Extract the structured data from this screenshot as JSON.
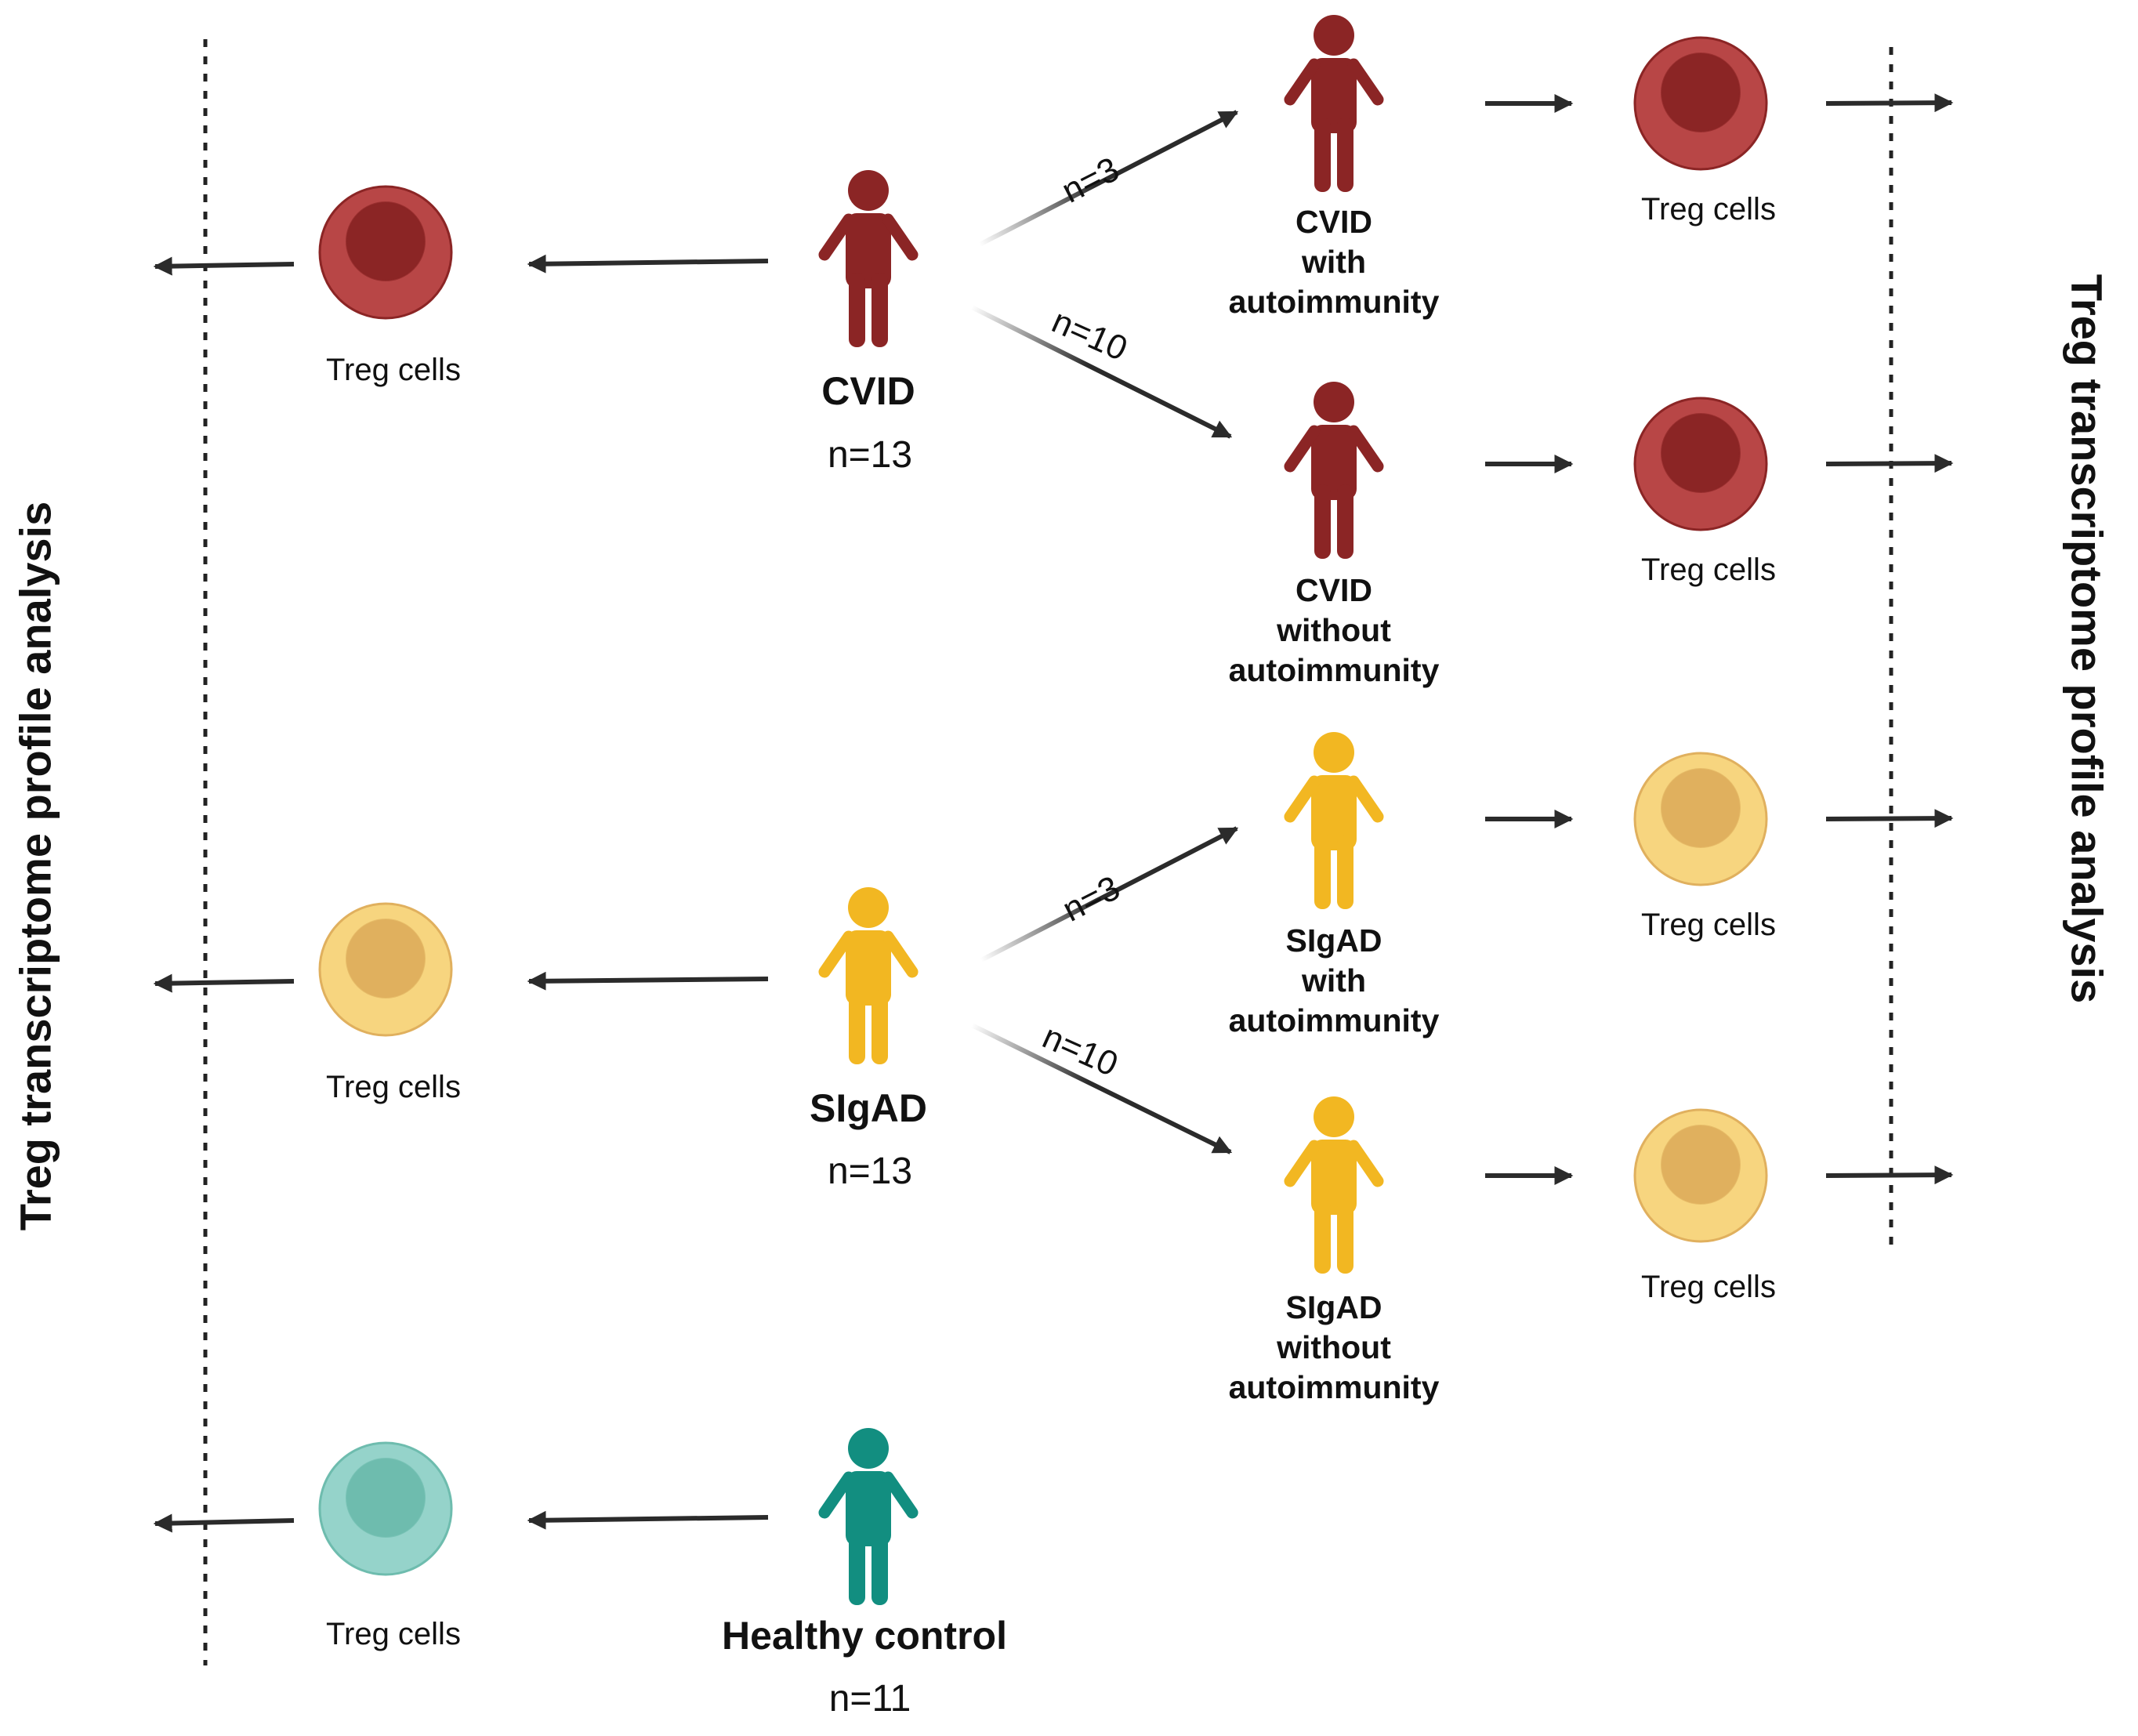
{
  "side_title_left": "Treg transcriptome profile analysis",
  "side_title_right": "Treg transcriptome profile analysis",
  "colors": {
    "cvid": "#8B2525",
    "cvid_cell_outer": "#B84646",
    "cvid_cell_inner": "#8B2525",
    "sigad": "#F2B722",
    "sigad_cell_outer": "#F7D57F",
    "sigad_cell_inner": "#E0B05E",
    "healthy": "#128E80",
    "healthy_cell_outer": "#95D3CA",
    "healthy_cell_inner": "#6EBCAE",
    "arrow": "#2b2b2b"
  },
  "groups": [
    {
      "id": "cvid",
      "name": "CVID",
      "count": "n=13",
      "cell_label": "Treg cells",
      "subgroups": [
        {
          "id": "cvid-auto",
          "n": "n=3",
          "label_lines": [
            "CVID",
            "with",
            "autoimmunity"
          ],
          "cell_label": "Treg cells"
        },
        {
          "id": "cvid-noauto",
          "n": "n=10",
          "label_lines": [
            "CVID",
            "without",
            "autoimmunity"
          ],
          "cell_label": "Treg cells"
        }
      ]
    },
    {
      "id": "sigad",
      "name": "SIgAD",
      "count": "n=13",
      "cell_label": "Treg cells",
      "subgroups": [
        {
          "id": "sigad-auto",
          "n": "n=3",
          "label_lines": [
            "SIgAD",
            "with",
            "autoimmunity"
          ],
          "cell_label": "Treg cells"
        },
        {
          "id": "sigad-noauto",
          "n": "n=10",
          "label_lines": [
            "SIgAD",
            "without",
            "autoimmunity"
          ],
          "cell_label": "Treg cells"
        }
      ]
    },
    {
      "id": "healthy",
      "name": "Healthy control",
      "count": "n=11",
      "cell_label": "Treg cells",
      "subgroups": []
    }
  ]
}
